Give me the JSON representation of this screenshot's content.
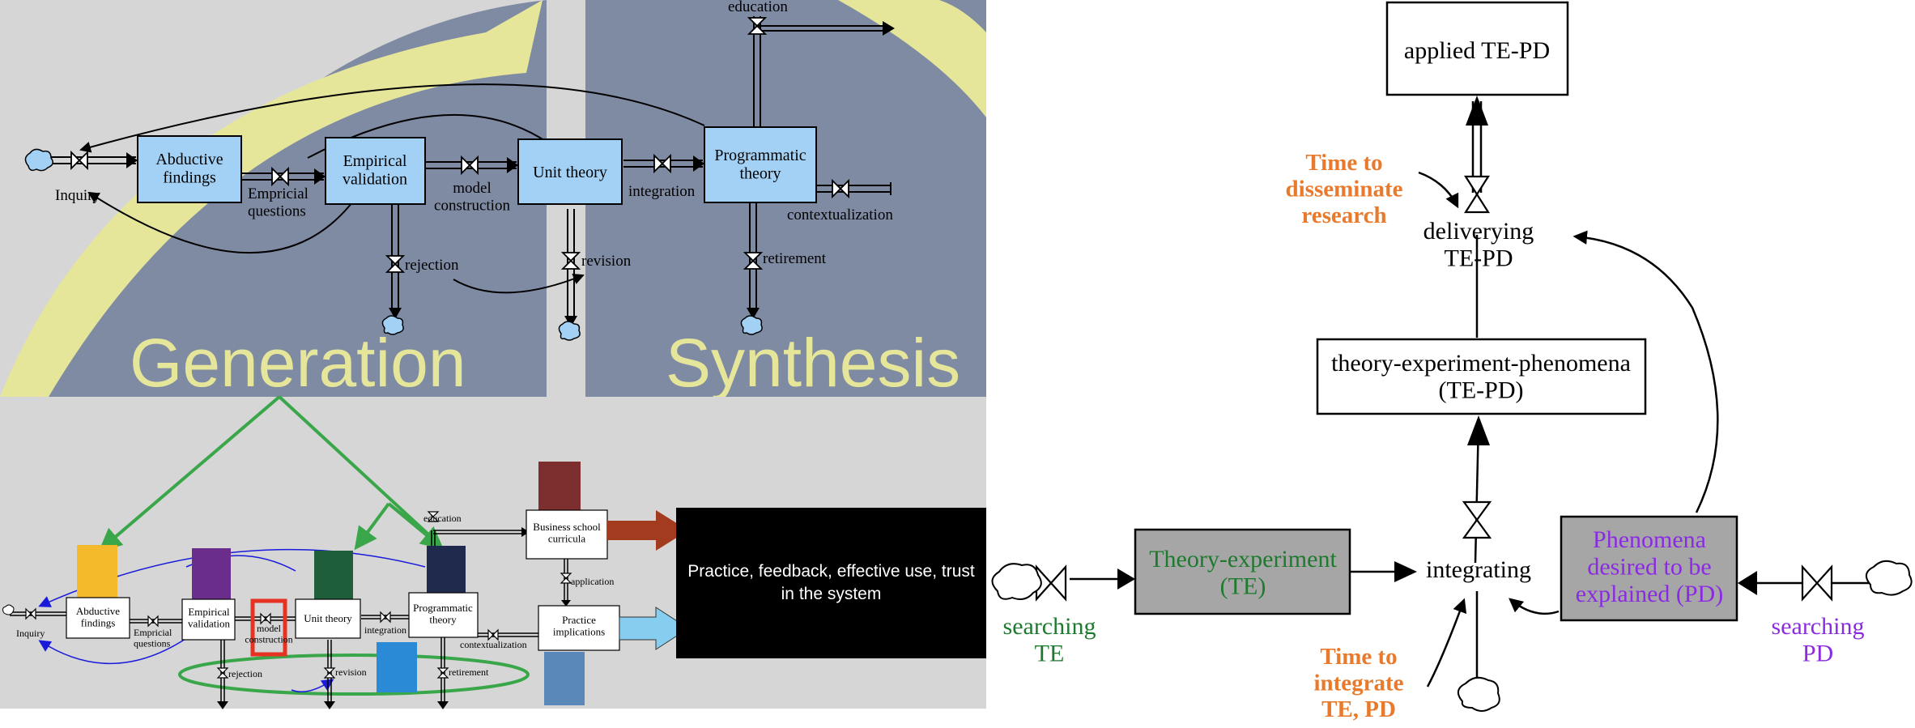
{
  "top_left": {
    "stocks": [
      "Abductive\nfindings",
      "Empirical\nvalidation",
      "Unit theory",
      "Programmatic\ntheory"
    ],
    "flows": [
      "Inquiry",
      "Empricial\nquestions",
      "model\nconstruction",
      "integration",
      "contextualization",
      "education",
      "rejection",
      "revision",
      "retirement"
    ],
    "big_words": [
      "Generation",
      "Synthesis"
    ]
  },
  "bottom_left": {
    "stocks": [
      "Abductive\nfindings",
      "Empirical\nvalidation",
      "Unit theory",
      "Programmatic\ntheory",
      "Business school\ncurricula",
      "Practice\nimplications"
    ],
    "flows": [
      "Inquiry",
      "Empricial\nquestions",
      "model\nconstruction",
      "integration",
      "contextualization",
      "education",
      "application",
      "rejection",
      "revision",
      "retirement"
    ],
    "black_box_text": "Practice, feedback, effective use, trust in the system"
  },
  "right": {
    "stocks": {
      "applied": "applied TE-PD",
      "tepd": "theory-experiment-phenomena\n(TE-PD)",
      "te": "Theory-experiment\n(TE)",
      "pd": "Phenomena\ndesired to be\nexplained (PD)"
    },
    "flows": {
      "delivering": "deliverying\nTE-PD",
      "integrating": "integrating",
      "searching_te": "searching\nTE",
      "searching_pd": "searching\nPD"
    },
    "aux": {
      "disseminate": "Time to\ndisseminate\nresearch",
      "integrate": "Time to\nintegrate\nTE, PD"
    }
  },
  "colors": {
    "panel_bg": "#d6d6d6",
    "slate": "#7f8aa3",
    "yellow": "#e6e69a",
    "stock_blue": "#a3d1f5",
    "green_text": "#2e7d32",
    "orange_text": "#e87a2d",
    "purple_text": "#8a2be2",
    "gray_stock": "#a6a6a6"
  }
}
